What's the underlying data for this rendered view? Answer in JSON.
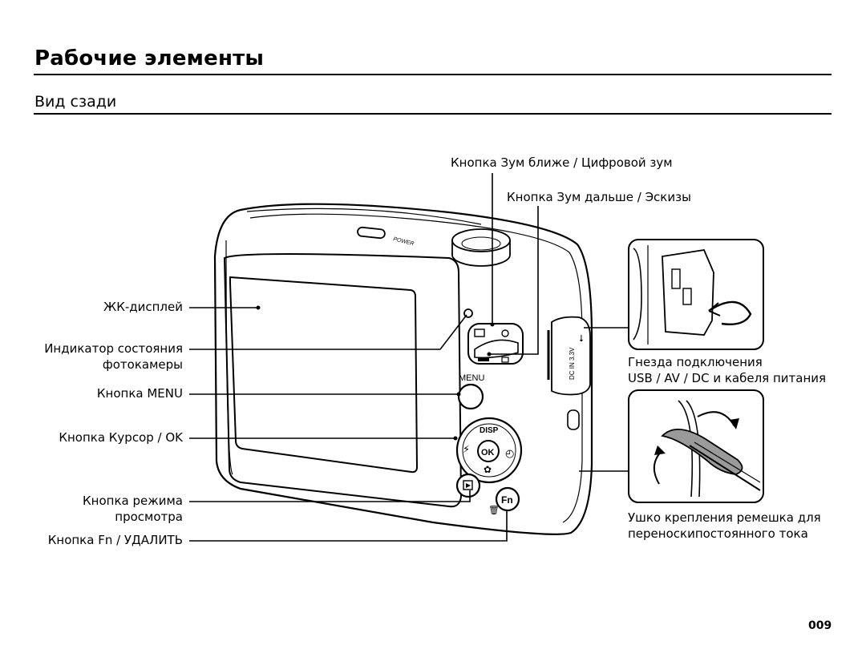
{
  "header": {
    "title": "Рабочие элементы",
    "subtitle": "Вид сзади"
  },
  "camera": {
    "power_label": "POWER",
    "menu_label": "MENU",
    "disp_label": "DISP",
    "ok_label": "OK",
    "fn_label": "Fn",
    "dc_in_label": "DC IN 3.3V"
  },
  "callouts": {
    "zoom_in": "Кнопка Зум ближе / Цифровой зум",
    "zoom_out": "Кнопка Зум дальше / Эскизы",
    "lcd": "ЖК-дисплей",
    "status_line1": "Индикатор состояния",
    "status_line2": "фотокамеры",
    "menu_button": "Кнопка MENU",
    "cursor_ok": "Кнопка Курсор / OK",
    "playback_line1": "Кнопка режима",
    "playback_line2": "просмотра",
    "fn_delete": "Кнопка Fn / УДАЛИТЬ",
    "ports_line1": "Гнезда подключения",
    "ports_line2": "USB / AV / DC и кабеля питания",
    "strap_line1": "Ушко крепления ремешка для",
    "strap_line2": "переноскипостоянного тока"
  },
  "page_number": "009"
}
